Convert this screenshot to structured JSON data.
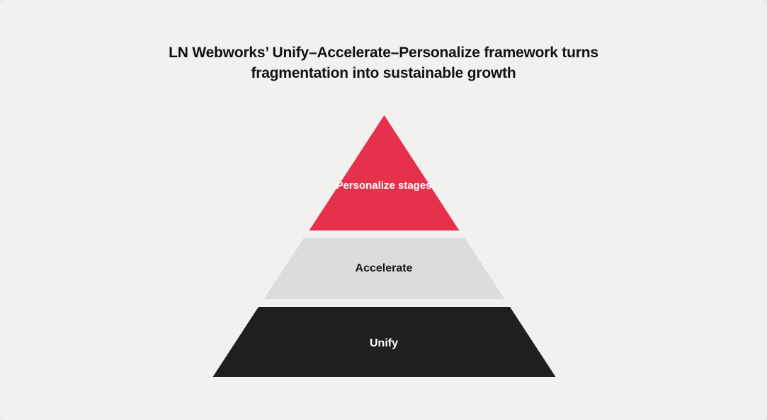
{
  "title": {
    "lines": [
      "LN Webworks’ Unify–Accelerate–Personalize framework turns",
      "fragmentation into sustainable growth"
    ]
  },
  "pyramid": {
    "type": "pyramid-diagram",
    "levels": [
      {
        "rank": 1,
        "position": "top",
        "label": "Personalize stages",
        "fill": "#e5314b",
        "text_color": "#ffffff"
      },
      {
        "rank": 2,
        "position": "middle",
        "label": "Accelerate",
        "fill": "#dcdcdb",
        "text_color": "#161616"
      },
      {
        "rank": 3,
        "position": "bottom",
        "label": "Unify",
        "fill": "#201f20",
        "text_color": "#ffffff"
      }
    ]
  },
  "colors": {
    "background": "#f2f1ef",
    "title_text": "#121212",
    "accent_red": "#e5314b",
    "neutral_gray": "#dcdcdb",
    "neutral_black": "#201f20"
  }
}
